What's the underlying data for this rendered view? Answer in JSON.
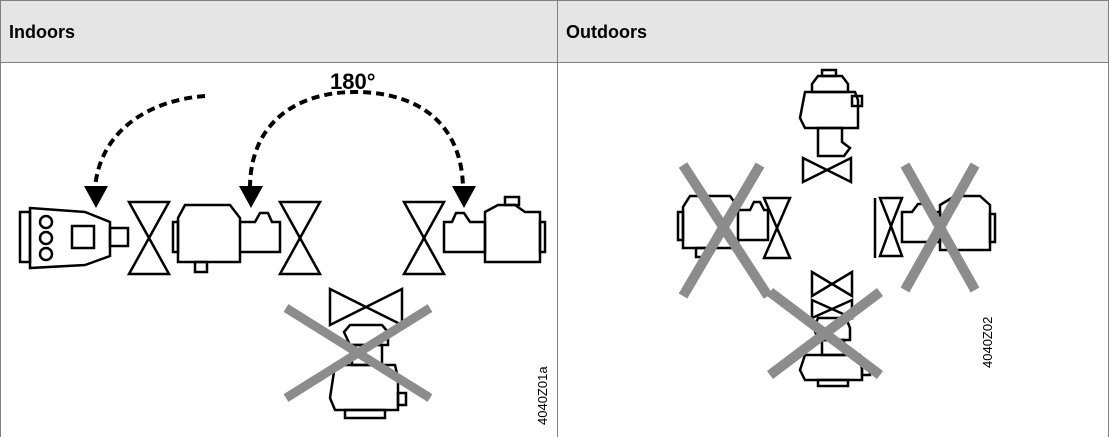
{
  "headers": {
    "indoors": "Indoors",
    "outdoors": "Outdoors"
  },
  "indoors": {
    "angle_label": "180°",
    "figure_code": "4040Z01a"
  },
  "outdoors": {
    "figure_code": "4040Z02"
  },
  "colors": {
    "header_bg": "#e5e5e5",
    "grid_line": "#7f7f7f",
    "cross": "#8c8c8c",
    "ink": "#000000"
  }
}
